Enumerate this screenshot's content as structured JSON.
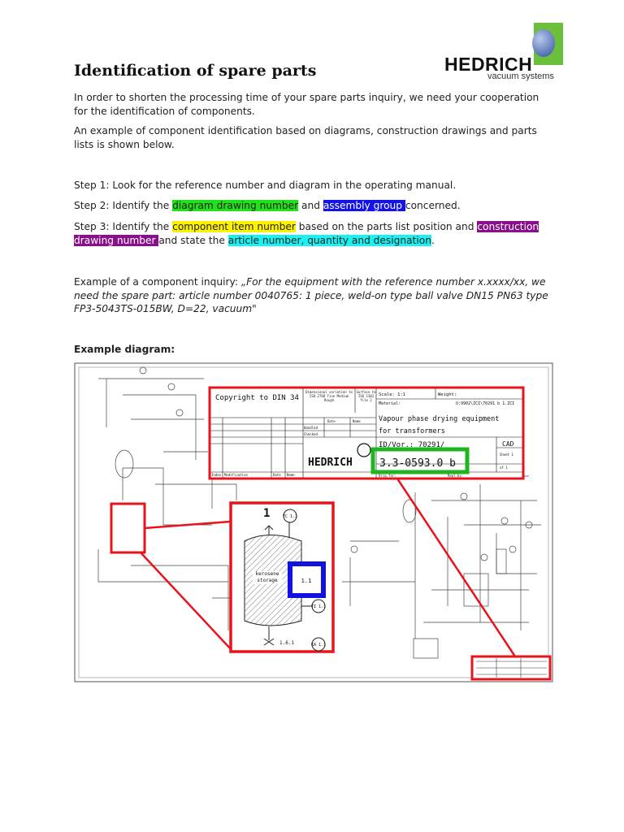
{
  "logo": {
    "name": "HEDRICH",
    "tagline": "vacuum systems",
    "colors": {
      "green": "#6bbf3b",
      "blue": "#2d4fa0"
    }
  },
  "title": "Identification of spare parts",
  "intro": [
    "In order to shorten the processing time of your spare parts inquiry, we need your cooperation for the identification of components.",
    "An example of component identification based on diagrams, construction drawings and parts lists is shown below."
  ],
  "steps": {
    "step1": "Step 1: Look for the reference number and diagram in the operating manual.",
    "step2": {
      "a": "Step 2: Identify the ",
      "hl1": "diagram drawing number",
      "b": " and ",
      "hl2": "assembly group ",
      "c": "concerned."
    },
    "step3": {
      "a": "Step 3: Identify the ",
      "hl1": "component item number",
      "b": " based on the parts list position and ",
      "hl2": "construction drawing number ",
      "c": " and state the ",
      "hl3": "article number, quantity and designation",
      "d": "."
    }
  },
  "example": {
    "label": "Example of a component inquiry: ",
    "quote": "„For the equipment with the reference number x.xxxx/xx, we need the spare part: article number 0040765: 1 piece, weld-on type ball valve DN15 PN63 type FP3-5043TS-015BW, D=22, vacuum",
    "end": "\""
  },
  "diagram_heading": "Example diagram:",
  "diagram": {
    "title_block": {
      "copyright": "Copyright to DIN 34",
      "tolerance": "Dimensional variation to ISO 2768 Fine Medium Rough",
      "surface": "Surface to ISO 1302 file 2",
      "scale": "Scale: 1:1",
      "weight": "Weight:",
      "material": "Material:",
      "path": "U:9902\\ZCI\\70291 b 1.ZCI",
      "desc1": "Vapour phase drying equipment",
      "desc2": "for transformers",
      "date": "Date",
      "name": "Name",
      "handled": "Handled",
      "checked": "Checked",
      "company": "HEDRICH",
      "idvor": "ID/Vor.: 70291/",
      "drawing_number": "3.3-0593.0 b",
      "cad": "CAD",
      "sheet": "Sheet 1",
      "of": "of 1",
      "index": "Index",
      "modification": "Modification",
      "date2": "Date",
      "name2": "Name",
      "orig": "Orig.for:",
      "repl": "Repl.by:"
    },
    "detail": {
      "number": "1",
      "tag_top": "TC 1.1",
      "vessel": "kerosene storage",
      "assembly_group": "1.1",
      "tag_mid": "TI 1.1",
      "valve": "1.6.1",
      "tag_bottom": "KA 1.1"
    },
    "colors": {
      "frame": "#e8141c",
      "drawing": "#1fb51f",
      "assembly": "#1212e0"
    }
  }
}
